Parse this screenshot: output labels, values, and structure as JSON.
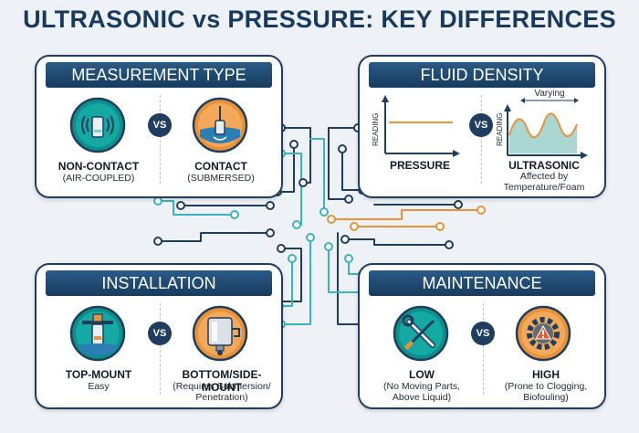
{
  "title": "ULTRASONIC vs PRESSURE: KEY DIFFERENCES",
  "vs_label": "VS",
  "colors": {
    "navy": "#1e3d5f",
    "teal": "#3bb3bd",
    "orange": "#e8923a"
  },
  "panels": {
    "measurement": {
      "header": "MEASUREMENT TYPE",
      "left": {
        "label": "NON-CONTACT",
        "sub": "(AIR-COUPLED)",
        "icon": "ultrasonic-sensor-icon"
      },
      "right": {
        "label": "CONTACT",
        "sub": "(SUBMERSED)",
        "icon": "submersed-sensor-icon"
      }
    },
    "density": {
      "header": "FLUID DENSITY",
      "left": {
        "label": "PRESSURE",
        "axis": "READING",
        "icon": "flat-line-chart-icon"
      },
      "right": {
        "label": "ULTRASONIC",
        "axis": "READING",
        "annotation": "Varying",
        "sub": [
          "Affected by",
          "Temperature/Foam"
        ],
        "icon": "wave-chart-icon"
      }
    },
    "installation": {
      "header": "INSTALLATION",
      "left": {
        "label": "TOP-MOUNT",
        "sub": "Easy",
        "icon": "top-mount-sensor-icon"
      },
      "right": {
        "label": "BOTTOM/SIDE-MOUNT",
        "sub": [
          "(Requires Submersion/",
          "Penetration)"
        ],
        "icon": "side-mount-sensor-icon"
      }
    },
    "maintenance": {
      "header": "MAINTENANCE",
      "left": {
        "label": "LOW",
        "sub": [
          "(No Moving Parts,",
          "Above Liquid)"
        ],
        "icon": "wrench-screwdriver-icon"
      },
      "right": {
        "label": "HIGH",
        "sub": [
          "(Prone to Clogging,",
          "Biofouling)"
        ],
        "icon": "gear-warning-icon"
      }
    }
  }
}
